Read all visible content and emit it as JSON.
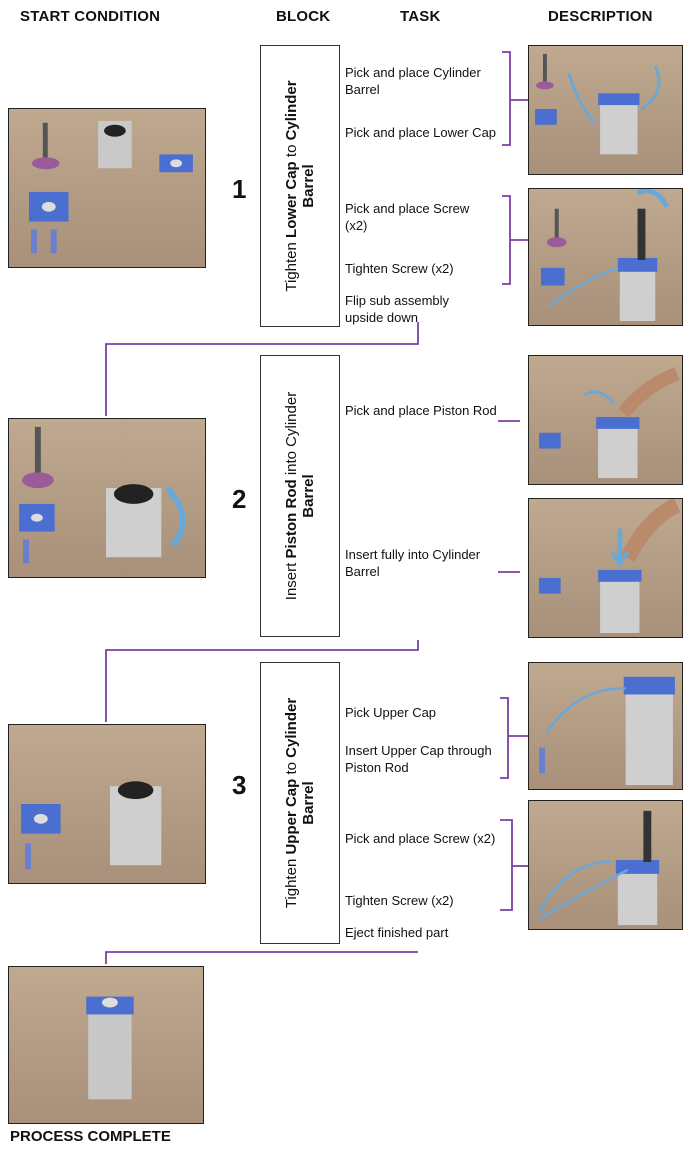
{
  "headers": {
    "start_condition": "START CONDITION",
    "block": "BLOCK",
    "task": "TASK",
    "description": "DESCRIPTION"
  },
  "blocks": [
    {
      "number": "1",
      "label_pre": "Tighten ",
      "label_bold1": "Lower Cap",
      "label_mid": " to ",
      "label_bold2": "Cylinder",
      "label_line2": "Barrel",
      "tasks": [
        "Pick and place Cylinder Barrel",
        "Pick and place Lower Cap",
        "Pick and place Screw (x2)",
        "Tighten Screw (x2)",
        "Flip sub assembly upside down"
      ]
    },
    {
      "number": "2",
      "label_pre": "Insert ",
      "label_bold1": "Piston Rod",
      "label_mid": " into Cylinder",
      "label_bold2": "",
      "label_line2": "Barrel",
      "tasks": [
        "Pick and place Piston Rod",
        "Insert fully into Cylinder Barrel"
      ]
    },
    {
      "number": "3",
      "label_pre": "Tighten ",
      "label_bold1": "Upper Cap",
      "label_mid": " to ",
      "label_bold2": "Cylinder",
      "label_line2": "Barrel",
      "tasks": [
        "Pick Upper Cap",
        "Insert Upper Cap through Piston Rod",
        "Pick and place Screw (x2)",
        "Tighten Screw (x2)",
        "Eject finished part"
      ]
    }
  ],
  "footer": "PROCESS COMPLETE",
  "colors": {
    "arrow": "#7b3fa3",
    "part_blue": "#4a6fd0",
    "photo_bg": "#b09a82"
  }
}
